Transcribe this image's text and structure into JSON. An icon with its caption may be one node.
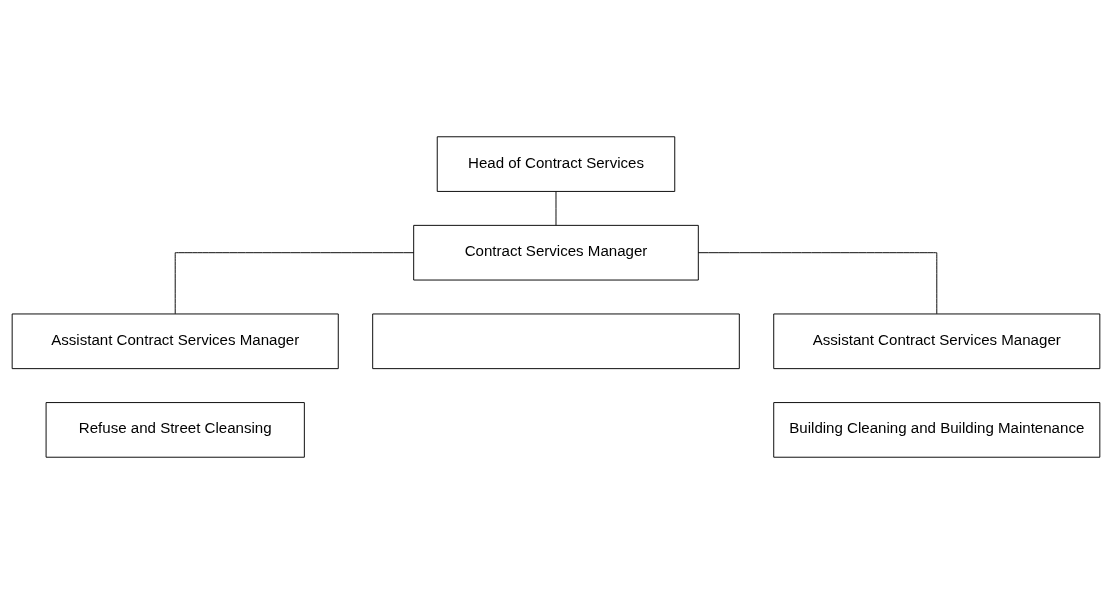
{
  "diagram": {
    "nodes": [
      {
        "text": [
          "Head of Contract Services"
        ]
      },
      {
        "text": [
          "Contract Services Manager"
        ]
      },
      {
        "text": [
          "Assistant Contract Services Manager"
        ]
      },
      {
        "text": [],
        "shape": "box"
      },
      {
        "text": [
          "Assistant Contract Services Manager"
        ]
      },
      {
        "text": [
          "Refuse and Street Cleansing"
        ]
      },
      {
        "text": [
          "Building Cleaning and Building Maintenance"
        ]
      }
    ],
    "edges": [
      {
        "from": 0,
        "to": 1,
        "arrow": "none"
      },
      {
        "from": 1,
        "to": 2,
        "arrow": "none"
      },
      {
        "from": 1,
        "to": 4,
        "arrow": "none"
      }
    ]
  }
}
